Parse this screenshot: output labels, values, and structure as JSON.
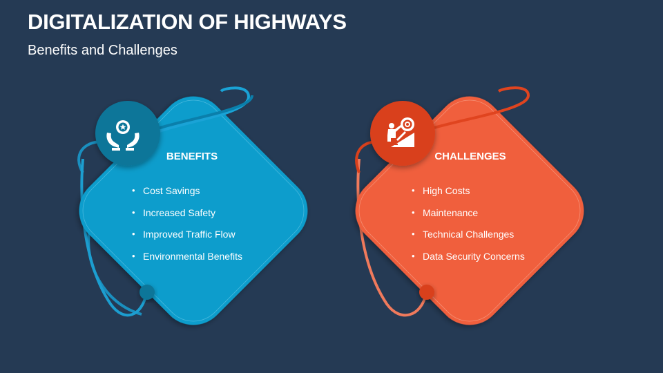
{
  "header": {
    "title": "DIGITALIZATION OF HIGHWAYS",
    "subtitle": "Benefits and Challenges"
  },
  "colors": {
    "background": "#253a54",
    "benefits_fill": "#0a9dcc",
    "benefits_dark": "#0a7699",
    "challenges_fill": "#f05f3e",
    "challenges_dark": "#d9401c"
  },
  "cards": [
    {
      "heading": "BENEFITS",
      "icon": "hands-holding-badge-icon",
      "items": [
        "Cost Savings",
        "Increased Safety",
        "Improved Traffic Flow",
        "Environmental Benefits"
      ]
    },
    {
      "heading": "CHALLENGES",
      "icon": "person-pushing-gear-uphill-icon",
      "items": [
        "High Costs",
        "Maintenance",
        "Technical Challenges",
        "Data Security Concerns"
      ]
    }
  ]
}
